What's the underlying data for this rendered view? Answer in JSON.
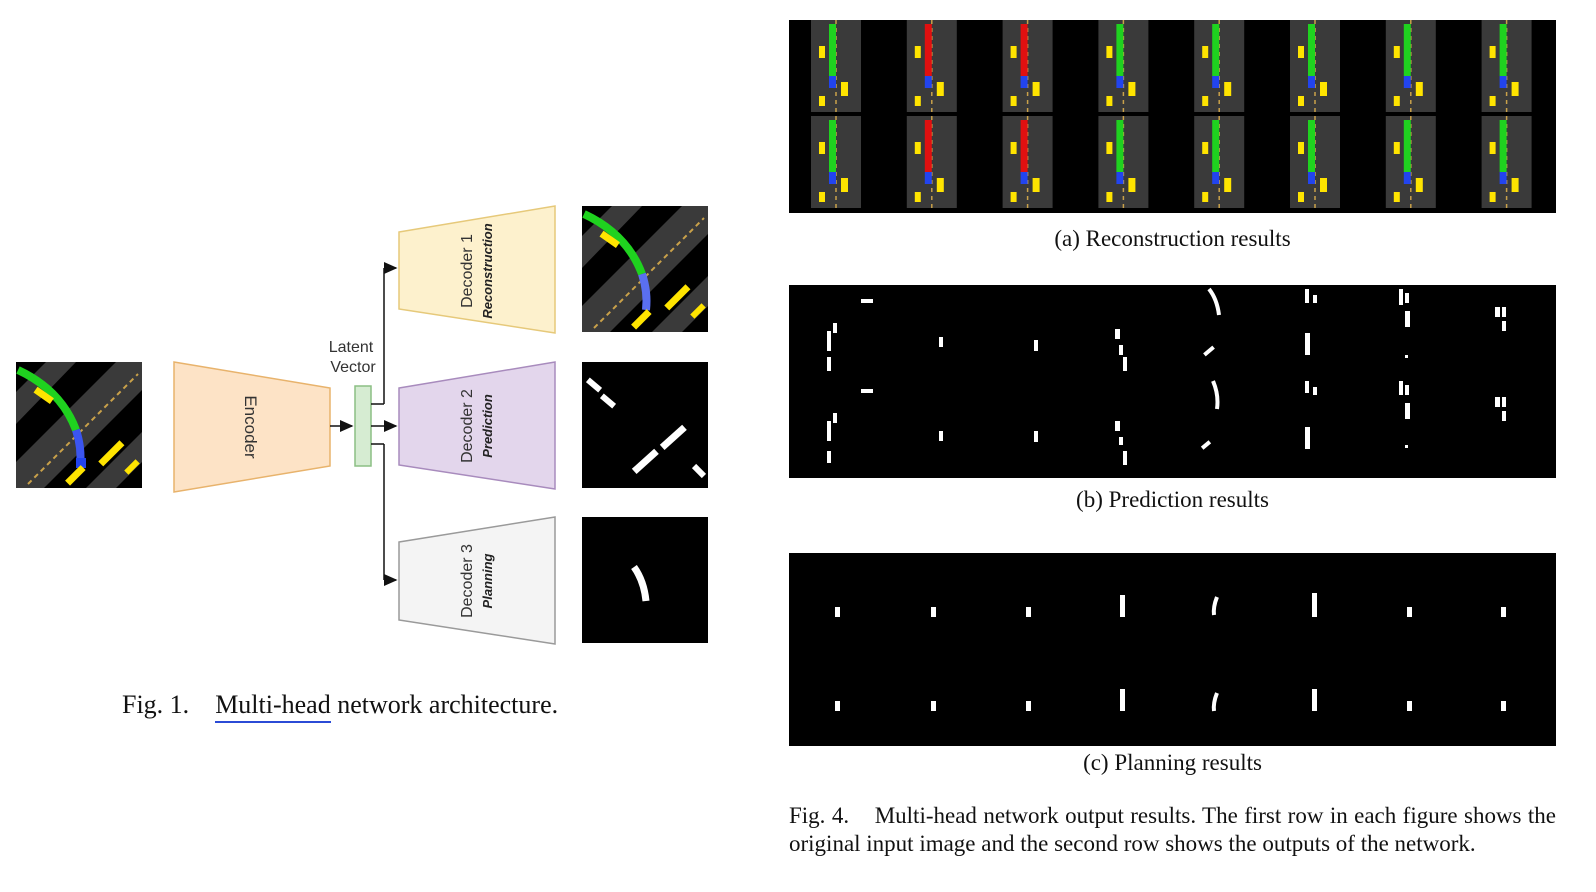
{
  "figure1": {
    "encoder_label": "Encoder",
    "latent_label_line1": "Latent",
    "latent_label_line2": "Vector",
    "decoders": [
      {
        "name": "Decoder 1",
        "task": "Reconstruction",
        "fill": "#fdf1cd",
        "stroke": "#e6c97a"
      },
      {
        "name": "Decoder 2",
        "task": "Prediction",
        "fill": "#e3d6ec",
        "stroke": "#a88bbd"
      },
      {
        "name": "Decoder 3",
        "task": "Planning",
        "fill": "#f4f4f4",
        "stroke": "#9a9a9a"
      }
    ],
    "encoder_fill": "#fde3c6",
    "encoder_stroke": "#e8b36c",
    "latent_fill": "#d6ecd2",
    "latent_stroke": "#8bbf84",
    "caption_prefix": "Fig. 1.",
    "caption_link": "Multi-head",
    "caption_rest": "network architecture."
  },
  "figure4": {
    "subcaptions": [
      "(a) Reconstruction results",
      "(b) Prediction results",
      "(c) Planning results"
    ],
    "caption_prefix": "Fig. 4.",
    "caption_text": "Multi-head network output results. The first row in each figure shows the original input image and the second row shows the outputs of the network."
  },
  "colors": {
    "road": "#3a3a3a",
    "route_green": "#1fd21f",
    "ego_blue": "#2244ee",
    "vehicle_yellow": "#ffe400",
    "route_red": "#e01010",
    "lane_mark": "#c9a14a"
  }
}
